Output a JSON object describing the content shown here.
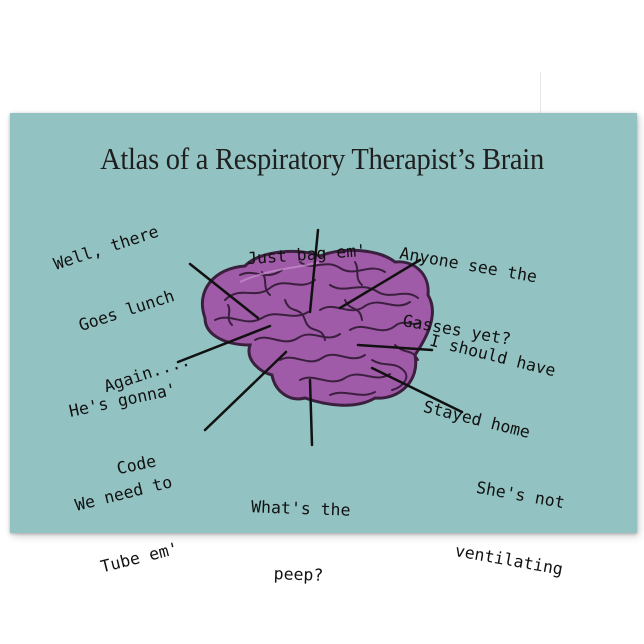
{
  "title": "Atlas of a Respiratory Therapist’s Brain",
  "labels": {
    "goes_lunch": [
      "Well, there",
      "Goes lunch",
      "Again...."
    ],
    "bag_em": [
      "Just bag em'"
    ],
    "gasses": [
      "Anyone see the",
      "Gasses yet?"
    ],
    "stayed_home": [
      "I should have",
      "Stayed home"
    ],
    "gonna_code": [
      "He's gonna'",
      "Code"
    ],
    "ventilating": [
      "She's not",
      "ventilating"
    ],
    "tube_em": [
      "We need to",
      "Tube em'"
    ],
    "peep": [
      "What's the",
      "peep?"
    ]
  },
  "colors": {
    "card": "#92c2c1",
    "brain": "#a05ba8",
    "brain_dark": "#3b1f3f",
    "text": "#111111"
  },
  "brain_icon": "brain-illustration"
}
